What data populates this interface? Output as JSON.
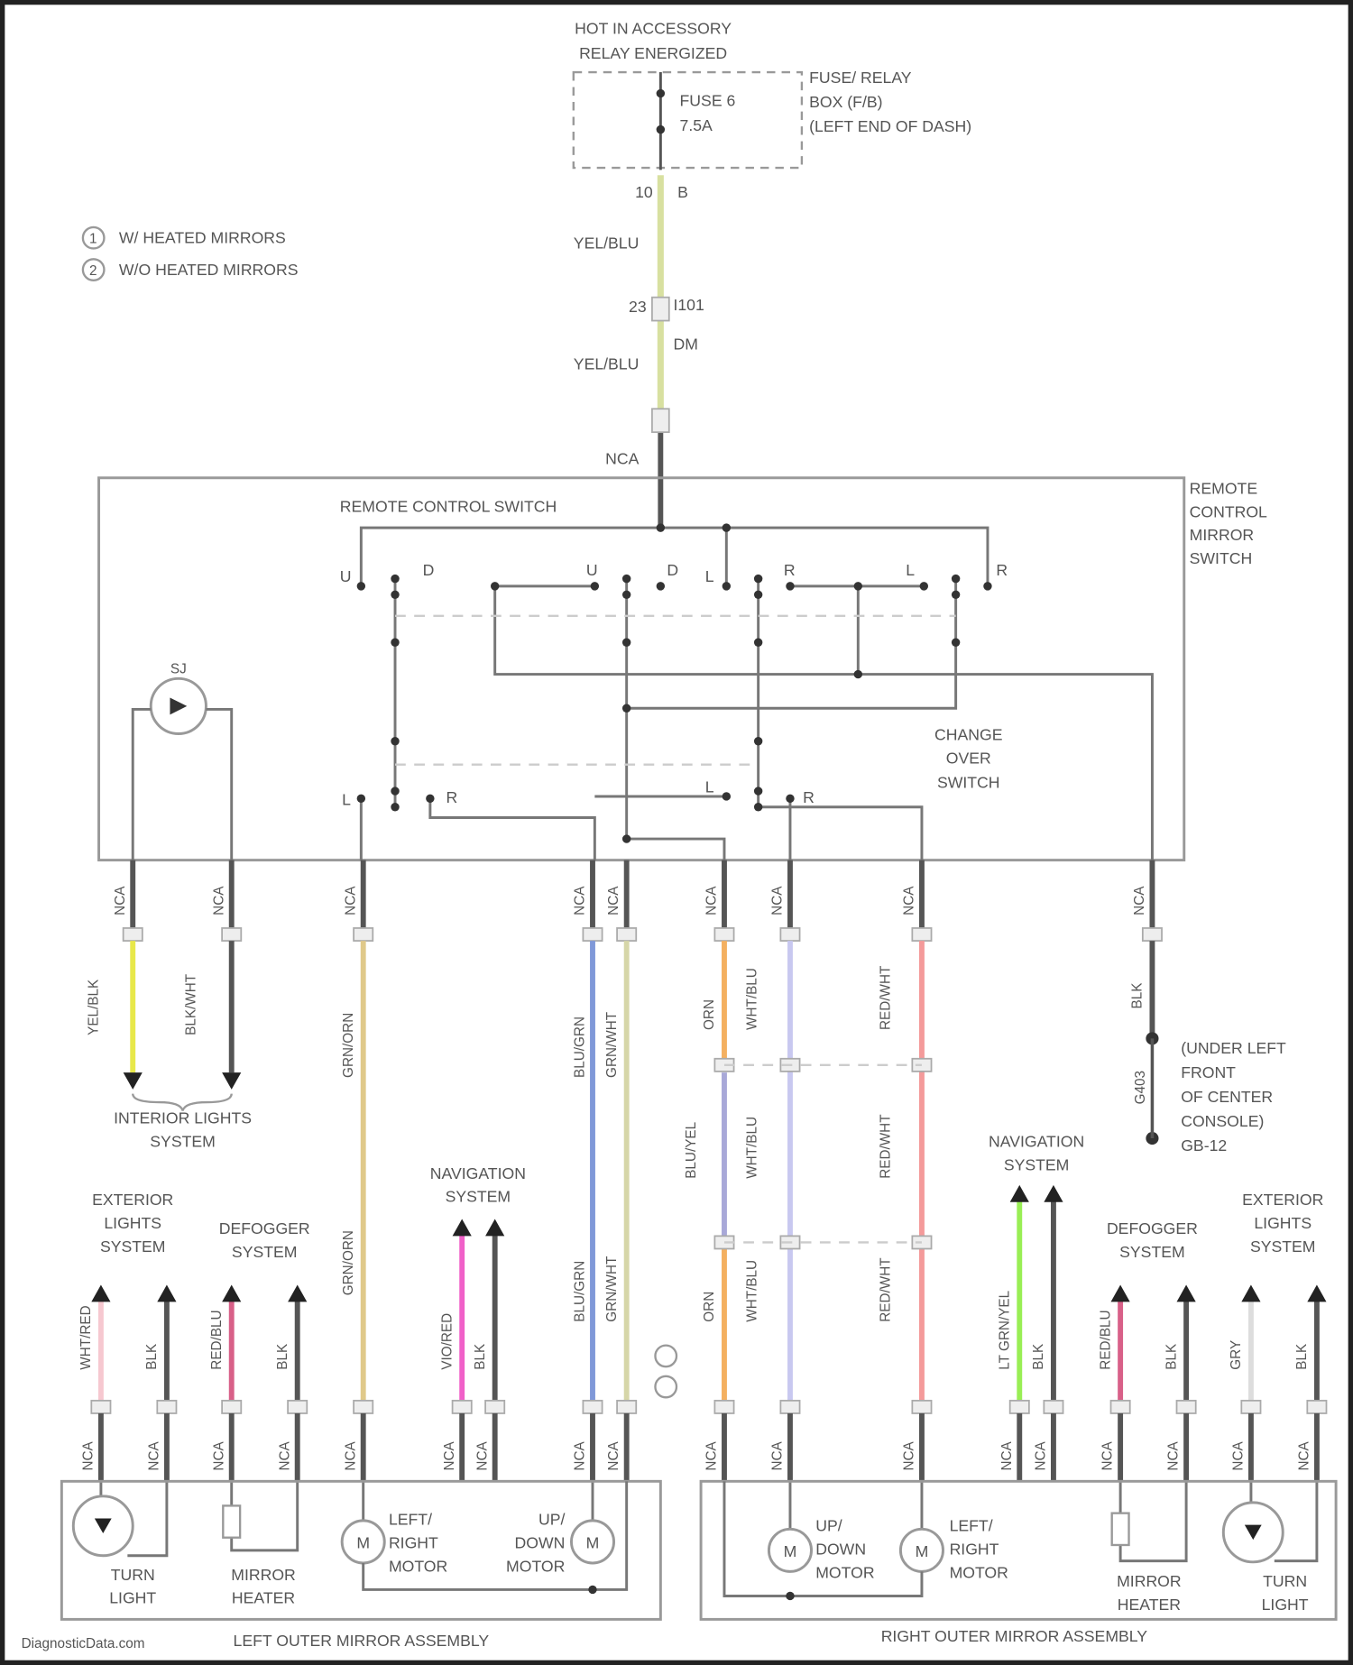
{
  "power": {
    "line1": "HOT IN ACCESSORY",
    "line2": "RELAY ENERGIZED"
  },
  "fuse": {
    "name": "FUSE 6",
    "rating": "7.5A"
  },
  "fuse_box": {
    "line1": "FUSE/ RELAY",
    "line2": "BOX (F/B)",
    "line3": "(LEFT END OF DASH)"
  },
  "fuse_pins": {
    "left": "10",
    "right": "B"
  },
  "legend": [
    {
      "num": "1",
      "text": "W/ HEATED MIRRORS"
    },
    {
      "num": "2",
      "text": "W/O HEATED MIRRORS"
    }
  ],
  "feed": {
    "wire1": "YEL/BLU",
    "pin": "23",
    "connector": "I101",
    "connector_id": "DM",
    "wire2": "YEL/BLU",
    "nca": "NCA"
  },
  "switch": {
    "title": "REMOTE CONTROL SWITCH",
    "assembly": [
      "REMOTE",
      "CONTROL",
      "MIRROR",
      "SWITCH"
    ],
    "terminals_top": [
      "U",
      "D",
      "U",
      "D",
      "L",
      "R",
      "L",
      "R"
    ],
    "changeover": [
      "CHANGE",
      "OVER",
      "SWITCH"
    ],
    "terminals_bottom": [
      "L",
      "R",
      "L",
      "R"
    ],
    "lamp": "SJ"
  },
  "wires": [
    {
      "label": "YEL/BLK",
      "color": "#e8e84a"
    },
    {
      "label": "BLK/WHT",
      "color": "#555555"
    },
    {
      "label": "GRN/ORN",
      "color": "#e0c98a"
    },
    {
      "label": "BLU/GRN",
      "color": "#7f98d8"
    },
    {
      "label": "GRN/WHT",
      "color": "#d6d6a8"
    },
    {
      "label": "ORN",
      "color": "#f4b060"
    },
    {
      "label": "WHT/BLU",
      "color": "#c8c8f0"
    },
    {
      "label": "RED/WHT",
      "color": "#f49a9a"
    },
    {
      "label": "BLK",
      "color": "#555555"
    },
    {
      "label": "BLU/YEL",
      "color": "#a8a8d8"
    },
    {
      "label": "VIO/RED",
      "color": "#f060c8"
    },
    {
      "label": "LT GRN/YEL",
      "color": "#99ee55"
    },
    {
      "label": "RED/BLU",
      "color": "#d86088"
    },
    {
      "label": "WHT/RED",
      "color": "#f6c8d0"
    },
    {
      "label": "GRY",
      "color": "#dddddd"
    }
  ],
  "nca": "NCA",
  "ground": {
    "label": "G403",
    "line1": "(UNDER LEFT",
    "line2": "FRONT",
    "line3": "OF CENTER",
    "line4": "CONSOLE)",
    "line5": "GB-12"
  },
  "systems": {
    "interior_lights": [
      "INTERIOR LIGHTS",
      "SYSTEM"
    ],
    "exterior_lights": [
      "EXTERIOR",
      "LIGHTS",
      "SYSTEM"
    ],
    "defogger": [
      "DEFOGGER",
      "SYSTEM"
    ],
    "navigation": [
      "NAVIGATION",
      "SYSTEM"
    ]
  },
  "left_assembly": {
    "title": "LEFT OUTER MIRROR ASSEMBLY",
    "turn_light": [
      "TURN",
      "LIGHT"
    ],
    "heater": [
      "MIRROR",
      "HEATER"
    ],
    "lr_motor": [
      "LEFT/",
      "RIGHT",
      "MOTOR"
    ],
    "ud_motor": [
      "UP/",
      "DOWN",
      "MOTOR"
    ],
    "motor_symbol": "M"
  },
  "right_assembly": {
    "title": "RIGHT OUTER MIRROR ASSEMBLY",
    "turn_light": [
      "TURN",
      "LIGHT"
    ],
    "heater": [
      "MIRROR",
      "HEATER"
    ],
    "lr_motor": [
      "LEFT/",
      "RIGHT",
      "MOTOR"
    ],
    "ud_motor": [
      "UP/",
      "DOWN",
      "MOTOR"
    ],
    "motor_symbol": "M"
  },
  "watermark": "DiagnosticData.com"
}
